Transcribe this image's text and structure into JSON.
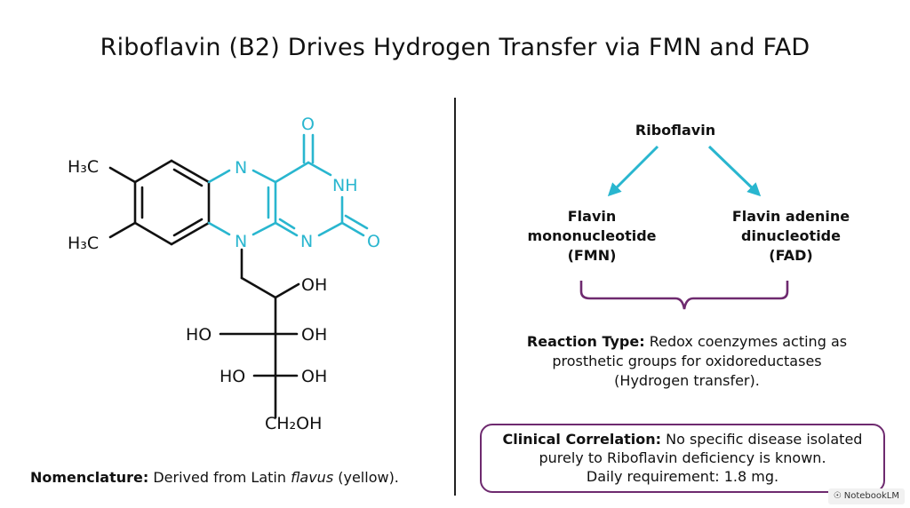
{
  "title": "Riboflavin (B2) Drives Hydrogen Transfer via FMN and FAD",
  "colors": {
    "accent": "#29b6cf",
    "bracket": "#6e2a6f",
    "text": "#111111"
  },
  "structure": {
    "h3c_top": "H₃C",
    "h3c_bottom": "H₃C",
    "n_top": "N",
    "n_bottom": "N",
    "n_ring": "N",
    "o_top": "O",
    "o_right": "O",
    "nh": "NH",
    "oh1": "OH",
    "ho2": "HO",
    "oh2": "OH",
    "ho3": "HO",
    "oh3": "OH",
    "ch2oh": "CH₂OH"
  },
  "nomenclature": {
    "label": "Nomenclature:",
    "text_before": " Derived from Latin ",
    "italic": "flavus",
    "text_after": " (yellow)."
  },
  "flow": {
    "root": "Riboflavin",
    "left_lines": [
      "Flavin",
      "mononucleotide",
      "(FMN)"
    ],
    "right_lines": [
      "Flavin adenine",
      "dinucleotide",
      "(FAD)"
    ]
  },
  "reaction": {
    "label": "Reaction Type:",
    "line1": " Redox coenzymes acting as",
    "line2": "prosthetic groups for oxidoreductases",
    "line3": "(Hydrogen transfer)."
  },
  "clinical": {
    "label": "Clinical Correlation:",
    "line1": " No specific disease isolated",
    "line2": "purely to Riboflavin deficiency is known.",
    "line3": "Daily requirement: 1.8 mg."
  },
  "badge": {
    "text": "NotebookLM"
  }
}
